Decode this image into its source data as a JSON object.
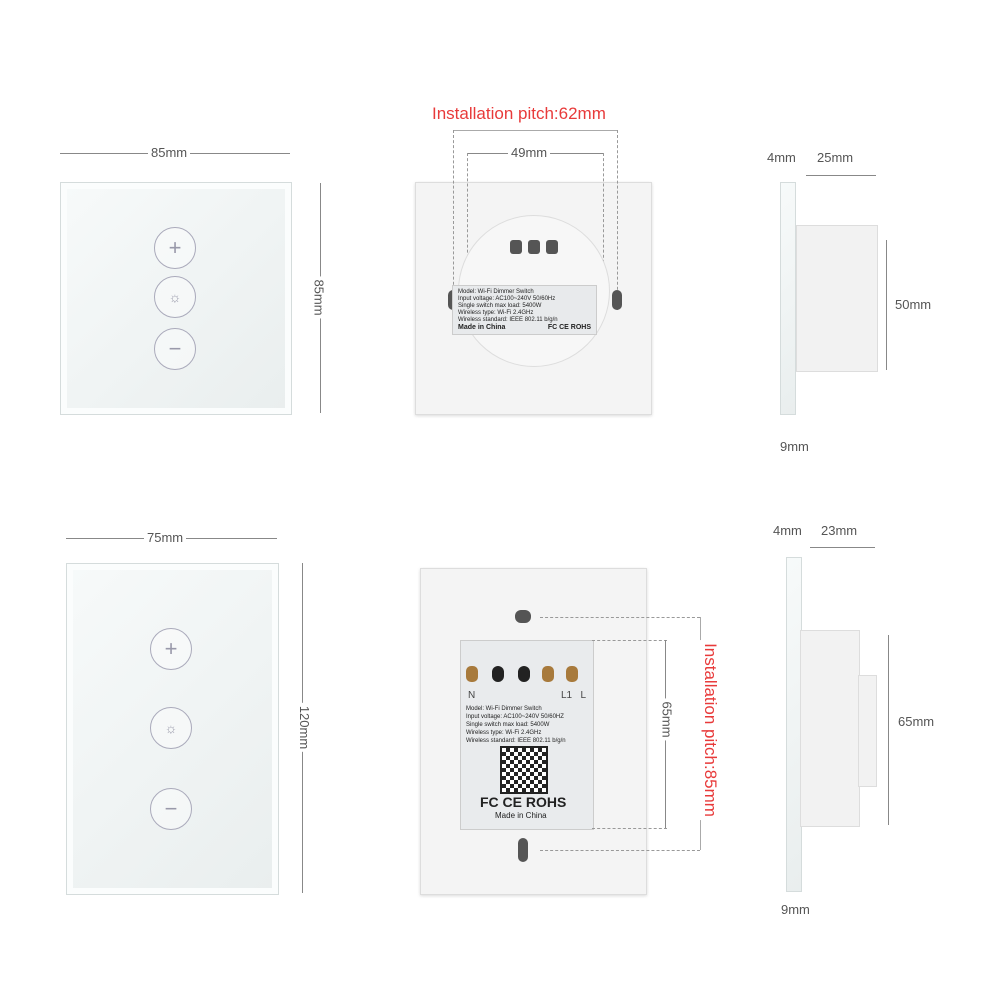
{
  "top_front": {
    "width": "85mm",
    "height": "85mm",
    "buttons": [
      "plus-icon",
      "light-icon",
      "minus-icon"
    ]
  },
  "top_back": {
    "pitch": "Installation pitch:62mm",
    "inner": "49mm",
    "label": [
      "Model:  Wi-Fi Dimmer Switch",
      "Input voltage:  AC100~240V  50/60Hz",
      "Single switch max load:  5400W",
      "Wireless type:  Wi-Fi 2.4GHz",
      "Wireless standard:  IEEE 802.11 b/g/n"
    ],
    "made_in": "Made in China",
    "certs": "FC CE ROHS"
  },
  "top_side": {
    "glass": "4mm",
    "depth": "25mm",
    "body": "50mm",
    "base": "9mm"
  },
  "bottom_front": {
    "width": "75mm",
    "height": "120mm"
  },
  "bottom_back": {
    "pitch": "Installation pitch:85mm",
    "inner": "65mm",
    "terminals": {
      "n": "N",
      "l1": "L1",
      "l": "L"
    },
    "label": [
      "Model:  Wi-Fi Dimmer Switch",
      "Input voltage:  AC100~240V  50/60HZ",
      "Single switch max load:  5400W",
      "Wireless type:  Wi-Fi 2.4GHz",
      "Wireless standard:  IEEE 802.11 b/g/n"
    ],
    "certs": "FC CE ROHS",
    "made_in": "Made in China"
  },
  "bottom_side": {
    "glass": "4mm",
    "depth": "23mm",
    "body": "65mm",
    "base": "9mm"
  },
  "colors": {
    "accent": "#e83a3a"
  }
}
